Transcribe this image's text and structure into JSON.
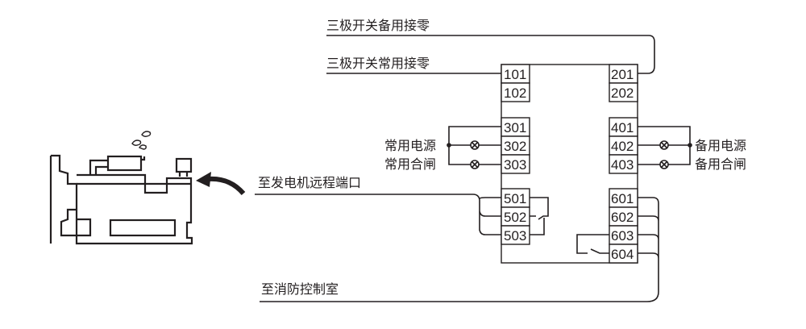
{
  "diagram": {
    "type": "generator-control-wiring",
    "labels": {
      "backup_neutral": "三极开关备用接零",
      "normal_neutral": "三极开关常用接零",
      "normal_power": "常用电源",
      "normal_close": "常用合闸",
      "backup_power": "备用电源",
      "backup_close": "备用合闸",
      "to_generator": "至发电机远程端口",
      "to_fire_control": "至消防控制室"
    },
    "terminals": {
      "left": [
        "101",
        "102",
        "301",
        "302",
        "303",
        "501",
        "502",
        "503"
      ],
      "right": [
        "201",
        "202",
        "401",
        "402",
        "403",
        "601",
        "602",
        "603",
        "604"
      ]
    },
    "icons": {
      "lamp": "lamp-cross-circle-icon",
      "junction": "junction-dot-icon",
      "switch": "switch-contact-icon",
      "arrow": "curved-arrow-icon",
      "generator": "generator-set-icon"
    },
    "colors": {
      "stroke": "#231f20",
      "background": "#ffffff"
    }
  }
}
